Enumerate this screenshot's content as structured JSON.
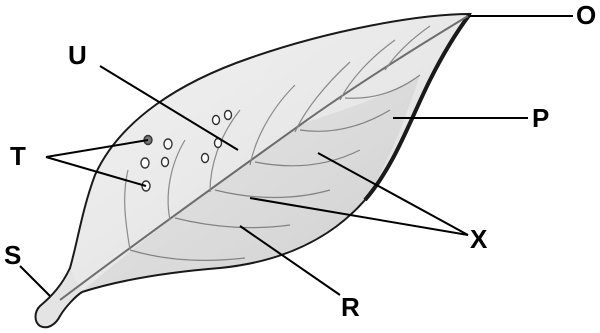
{
  "labels": {
    "o": "O",
    "p": "P",
    "u": "U",
    "t": "T",
    "x": "X",
    "s": "S",
    "r": "R"
  },
  "colors": {
    "outline": "#1a1a1a",
    "leaf_fill": "#ececec",
    "leaf_shade": "#dadada",
    "vein": "#6e6e6e",
    "leader": "#000000"
  }
}
